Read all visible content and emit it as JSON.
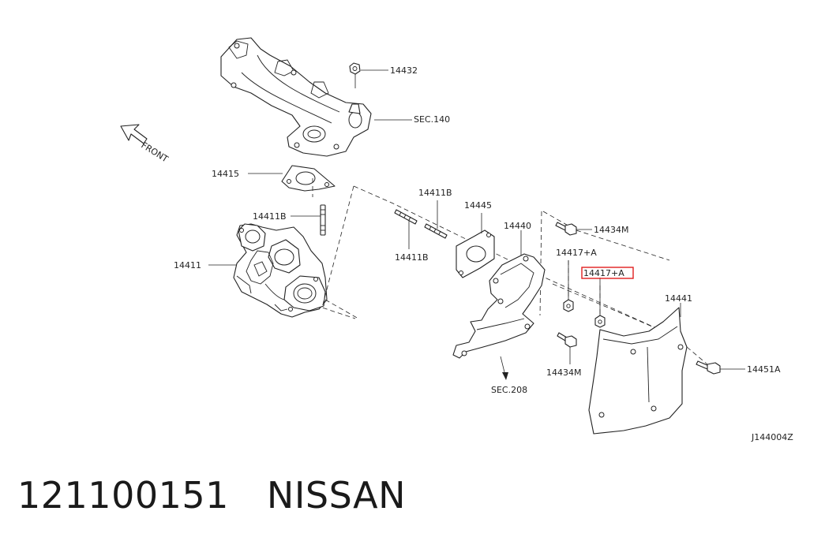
{
  "diagram": {
    "front_label": "FRONT",
    "drawing_code": "J144004Z",
    "highlight_color": "#e02020",
    "callouts": {
      "c14432": "14432",
      "sec140": "SEC.140",
      "c14415": "14415",
      "c14411b_left": "14411B",
      "c14411": "14411",
      "c14411b_top": "14411B",
      "c14411b_bottom": "14411B",
      "c14445": "14445",
      "c14440": "14440",
      "c14434m_top": "14434M",
      "c14417a_plain": "14417+A",
      "c14417a_highlight": "14417+A",
      "c14441": "14441",
      "c14434m_bottom": "14434M",
      "sec208": "SEC.208",
      "c14451a": "14451A"
    }
  },
  "caption": {
    "part_number": "121100151",
    "brand": "NISSAN"
  }
}
